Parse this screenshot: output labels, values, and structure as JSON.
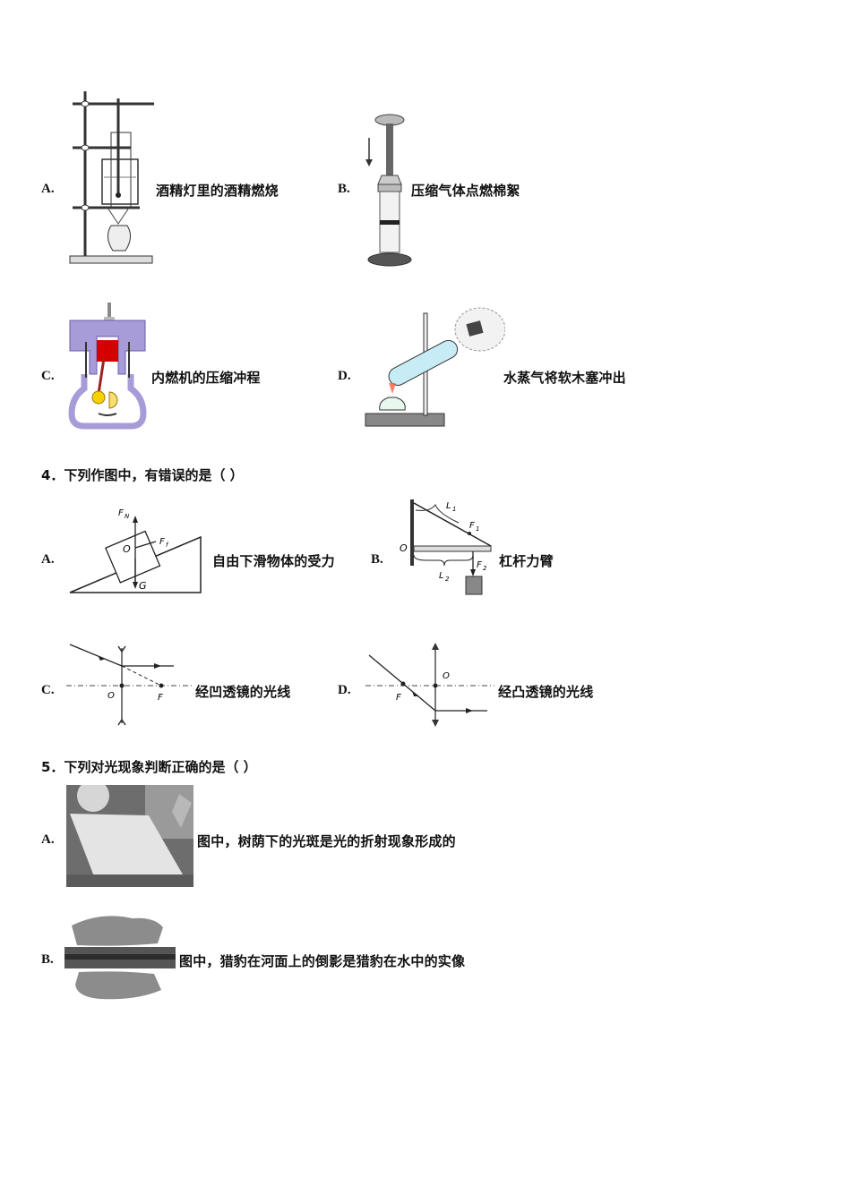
{
  "q3_options": [
    {
      "letter": "A.",
      "text": "酒精灯里的酒精燃烧",
      "figure": "beaker-heating-apparatus"
    },
    {
      "letter": "B.",
      "text": "压缩气体点燃棉絮",
      "figure": "air-compression-syringe"
    },
    {
      "letter": "C.",
      "text": "内燃机的压缩冲程",
      "figure": "engine-cylinder"
    },
    {
      "letter": "D.",
      "text": "水蒸气将软木塞冲出",
      "figure": "test-tube-cork"
    }
  ],
  "q4": {
    "title": "4．下列作图中，有错误的是（  ）",
    "options": [
      {
        "letter": "A.",
        "text": "自由下滑物体的受力",
        "labels": {
          "fn": "F_N",
          "f": "F_f",
          "o": "O",
          "g": "G"
        }
      },
      {
        "letter": "B.",
        "text": "杠杆力臂",
        "labels": {
          "o": "O",
          "l1": "L1",
          "f1": "F1",
          "f2": "F2",
          "l2": "L2"
        }
      },
      {
        "letter": "C.",
        "text": "经凹透镜的光线",
        "labels": {
          "o": "O",
          "f": "F"
        }
      },
      {
        "letter": "D.",
        "text": "经凸透镜的光线",
        "labels": {
          "o": "O",
          "f": "F"
        }
      }
    ]
  },
  "q5": {
    "title": "5．下列对光现象判断正确的是（      ）",
    "options": [
      {
        "letter": "A.",
        "text": "图中，树荫下的光斑是光的折射现象形成的",
        "figure": "light-spot-photo"
      },
      {
        "letter": "B.",
        "text": "图中，猎豹在河面上的倒影是猎豹在水中的实像",
        "figure": "cheetah-reflection-photo"
      }
    ]
  }
}
